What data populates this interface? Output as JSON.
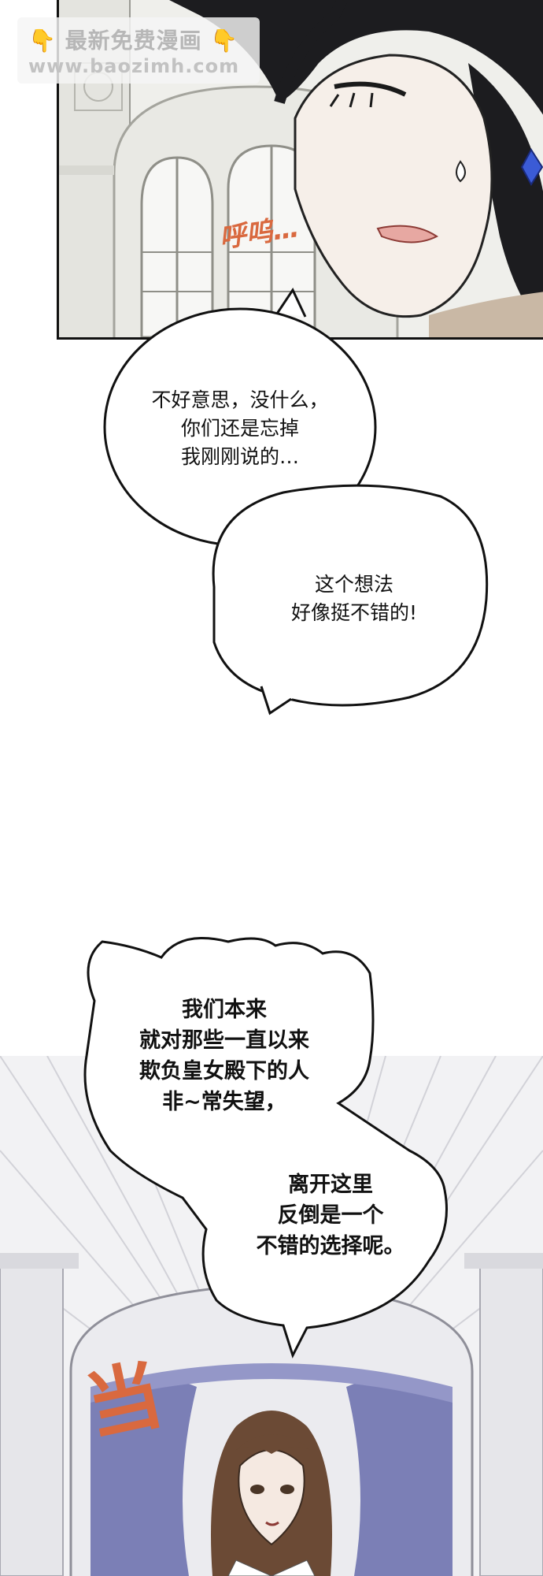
{
  "watermark": {
    "title": "最新免费漫画",
    "url": "www.baozimh.com",
    "icon": "pointing-hand-icon"
  },
  "sound_effects": {
    "sob": "呼呜…",
    "clank": "当"
  },
  "bubbles": {
    "apology": "不好意思，没什么，\n你们还是忘掉\n我刚刚说的…",
    "agree": "这个想法\n好像挺不错的!",
    "disappointed": "我们本来\n就对那些一直以来\n欺负皇女殿下的人\n非~常失望，",
    "leave": "离开这里\n反倒是一个\n不错的选择呢。"
  },
  "colors": {
    "ink": "#111111",
    "sfx": "#d9693f",
    "hair_dark": "#1c1c1f",
    "hair_brown": "#6b4a35",
    "curtain": "#7b7fb6"
  }
}
